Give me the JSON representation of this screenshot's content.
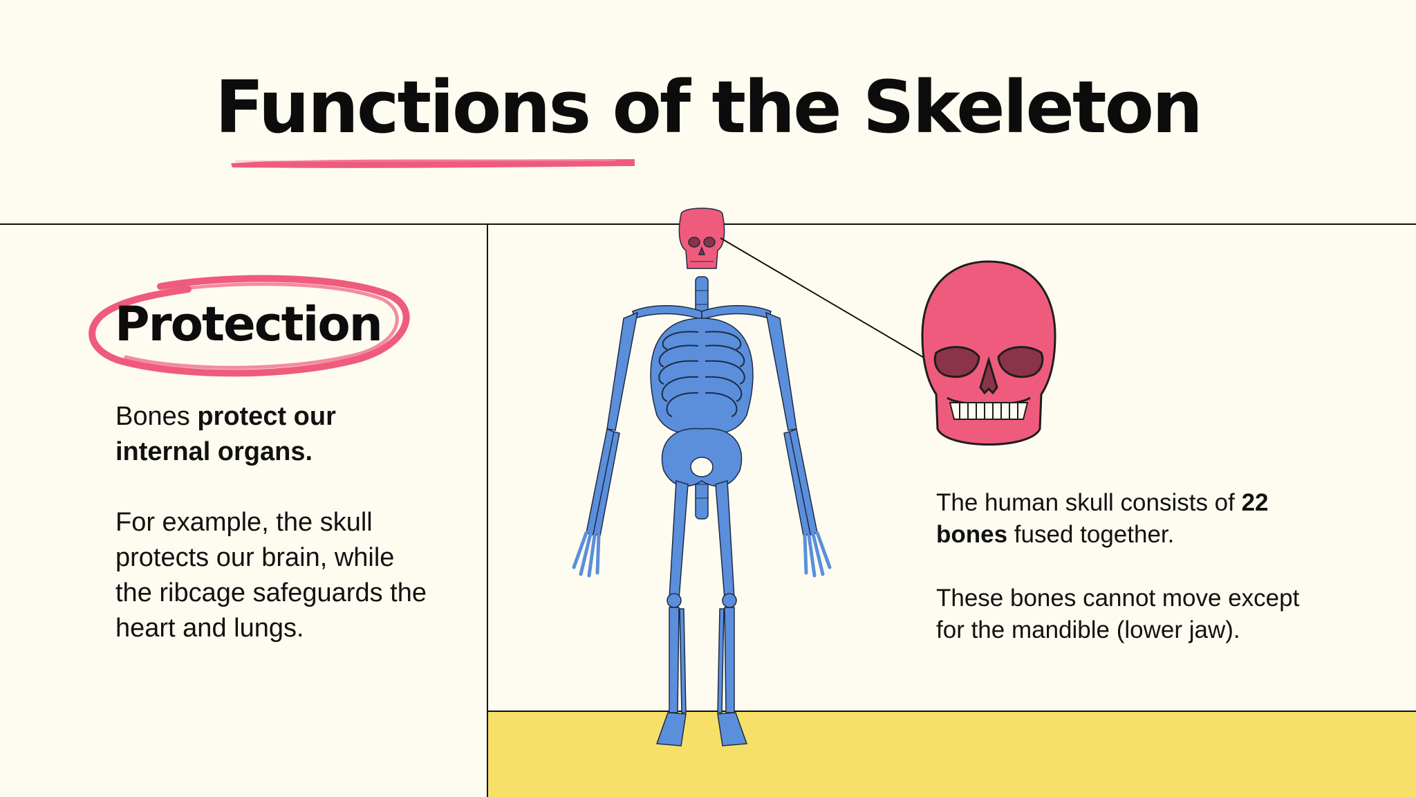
{
  "title": "Functions of the Skeleton",
  "section": {
    "heading": "Protection",
    "lead": {
      "plain": "Bones ",
      "bold": "protect our internal organs."
    },
    "example": "For example, the skull protects our brain, while the ribcage safeguards the heart and lungs."
  },
  "skull_info": {
    "fact1": {
      "before": "The human skull consists of ",
      "bold": "22 bones",
      "after": " fused together."
    },
    "fact2": "These bones cannot move except for the mandible (lower jaw)."
  },
  "colors": {
    "background": "#FEFCF0",
    "accent_pink": "#EF5B7C",
    "bone_blue": "#5B8FDB",
    "band_yellow": "#F6E06A",
    "line": "#111111"
  },
  "icons": [
    "skeleton-illustration",
    "skull-illustration"
  ]
}
